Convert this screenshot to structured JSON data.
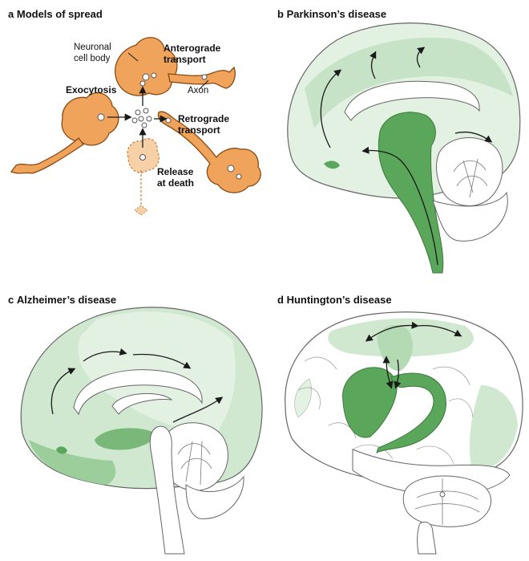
{
  "panels": {
    "a": {
      "letter": "a",
      "title": "Models of spread"
    },
    "b": {
      "letter": "b",
      "title": "Parkinson’s disease"
    },
    "c": {
      "letter": "c",
      "title": "Alzheimer’s disease"
    },
    "d": {
      "letter": "d",
      "title": "Huntington’s disease"
    }
  },
  "labels": {
    "neuronal_1": "Neuronal",
    "neuronal_2": "cell body",
    "anterograde_1": "Anterograde",
    "anterograde_2": "transport",
    "axon": "Axon",
    "exocytosis": "Exocytosis",
    "retrograde_1": "Retrograde",
    "retrograde_2": "transport",
    "release_1": "Release",
    "release_2": "at death"
  },
  "colors": {
    "neuron_orange": "#f0a35a",
    "neuron_outline": "#8a4a14",
    "green_dark": "#5aa65a",
    "green_mid": "#8cc58c",
    "green_light": "#cfe8cf",
    "green_pale": "#e4f2e4",
    "outline": "#555555"
  }
}
